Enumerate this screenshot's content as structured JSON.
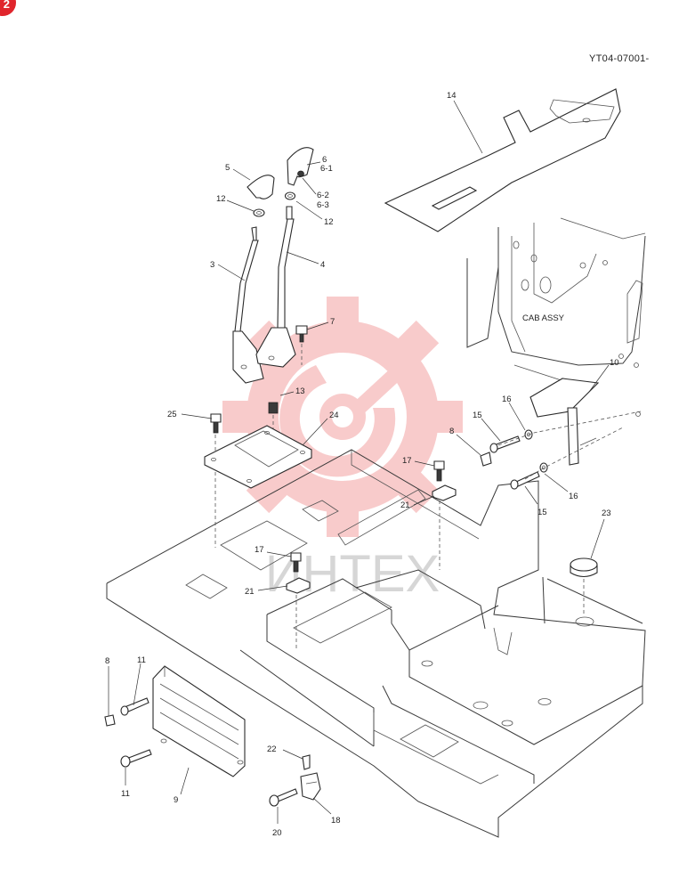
{
  "page": {
    "corner_badge": "2",
    "drawing_id": "YT04-07001-",
    "watermark_text": "ИНТЕХ",
    "cab_label": "CAB ASSY"
  },
  "callouts": {
    "c14": "14",
    "c6": "6",
    "c6_1": "6-1",
    "c6_2": "6-2",
    "c6_3": "6-3",
    "c5": "5",
    "c12a": "12",
    "c12b": "12",
    "c3": "3",
    "c4": "4",
    "c7": "7",
    "c10": "10",
    "c16a": "16",
    "c16b": "16",
    "c15a": "15",
    "c15b": "15",
    "c8a": "8",
    "c8b": "8",
    "c13": "13",
    "c25": "25",
    "c24": "24",
    "c17a": "17",
    "c17b": "17",
    "c21a": "21",
    "c21b": "21",
    "c23": "23",
    "c11a": "11",
    "c11b": "11",
    "c9": "9",
    "c22": "22",
    "c20": "20",
    "c18": "18"
  },
  "colors": {
    "watermark": "#f2a7a7",
    "badge": "#e0252c",
    "line": "#3a3a3a"
  }
}
